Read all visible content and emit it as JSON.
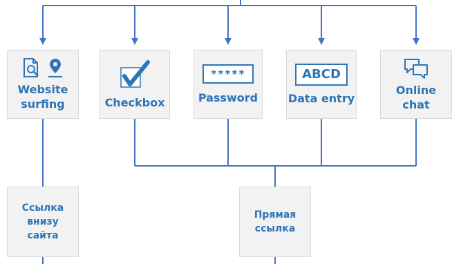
{
  "colors": {
    "line": "#4472c4",
    "accent": "#2e75b6",
    "node_fill": "#f2f2f2"
  },
  "nodes": {
    "website": {
      "label": "Website surfing",
      "icons": [
        "document-search-icon",
        "location-pin-icon"
      ]
    },
    "checkbox": {
      "label": "Checkbox",
      "icon": "checkmark-icon"
    },
    "password": {
      "label": "Password",
      "mask": "*****"
    },
    "data_entry": {
      "label": "Data entry",
      "sample": "ABCD"
    },
    "online_chat": {
      "label": "Online chat",
      "icon": "chat-bubbles-icon"
    },
    "footer_link": {
      "label": "Ссылка внизу сайта"
    },
    "direct_link": {
      "label": "Прямая ссылка"
    }
  }
}
